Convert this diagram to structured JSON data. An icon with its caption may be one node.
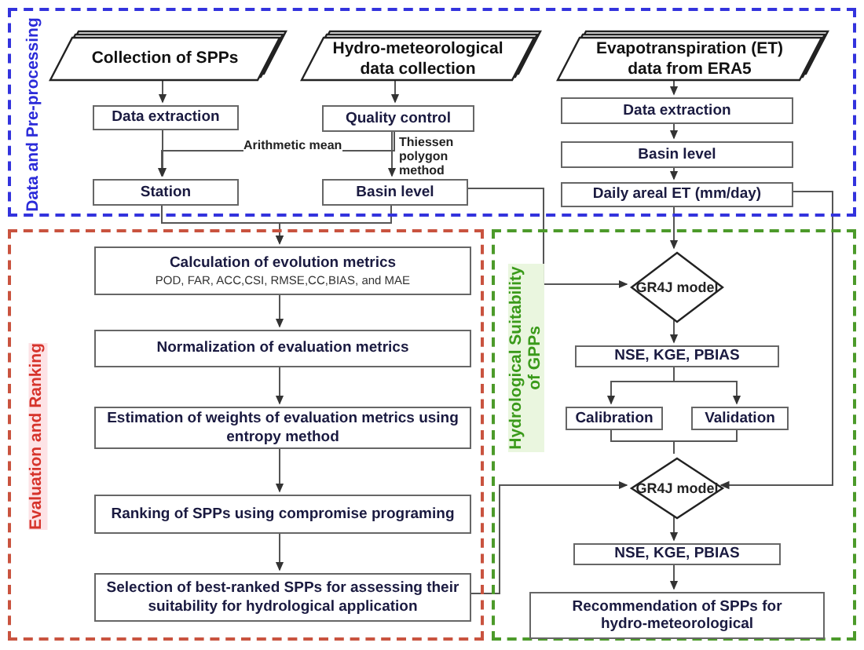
{
  "diagram": {
    "nodes": [
      {
        "text": [
          "Data and Pre-processing"
        ]
      },
      {
        "text": [
          "Collection of SPPs"
        ],
        "in": 0
      },
      {
        "text": [
          "Hydro-meteorological data collection"
        ],
        "in": 0
      },
      {
        "text": [
          "Evapotranspiration (ET) data from ERA5"
        ],
        "in": 0
      },
      {
        "text": [
          "Data extraction"
        ],
        "in": 0
      },
      {
        "text": [
          "Quality control"
        ],
        "in": 0
      },
      {
        "text": [
          "Data extraction"
        ],
        "in": 0
      },
      {
        "text": [
          "Basin level"
        ],
        "in": 0
      },
      {
        "text": [
          "Station"
        ],
        "in": 0
      },
      {
        "text": [
          "Basin level"
        ],
        "in": 0
      },
      {
        "text": [
          "Daily areal ET (mm/day)"
        ],
        "in": 0
      },
      {
        "text": [
          "Evaluation and Ranking"
        ]
      },
      {
        "text": [
          "Calculation of evolution metrics",
          "POD, FAR, ACC,CSI, RMSE,CC,BIAS, and MAE"
        ],
        "in": 11
      },
      {
        "text": [
          "Normalization of evaluation metrics"
        ],
        "in": 11
      },
      {
        "text": [
          "Estimation of weights of evaluation metrics using entropy method"
        ],
        "in": 11
      },
      {
        "text": [
          "Ranking of SPPs using compromise programing"
        ],
        "in": 11
      },
      {
        "text": [
          "Selection of best-ranked SPPs for assessing their suitability for hydrological application"
        ],
        "in": 11
      },
      {
        "text": [
          "Hydrological Suitability of GPPs"
        ]
      },
      {
        "text": [
          "GR4J model"
        ],
        "in": 17
      },
      {
        "text": [
          "NSE, KGE, PBIAS"
        ],
        "in": 17
      },
      {
        "text": [
          "Calibration"
        ],
        "in": 17
      },
      {
        "text": [
          "Validation"
        ],
        "in": 17
      },
      {
        "text": [
          "GR4J model"
        ],
        "in": 17
      },
      {
        "text": [
          "NSE, KGE, PBIAS"
        ],
        "in": 17
      },
      {
        "text": [
          "Recommendation of SPPs for hydro-meteorological"
        ],
        "in": 17
      }
    ],
    "edges": [
      {
        "from": 1,
        "to": 4,
        "arrow": "to"
      },
      {
        "from": 2,
        "to": 5,
        "arrow": "to"
      },
      {
        "from": 3,
        "to": 6,
        "arrow": "to"
      },
      {
        "from": 6,
        "to": 7,
        "arrow": "to"
      },
      {
        "from": 7,
        "to": 10,
        "arrow": "to"
      },
      {
        "from": 4,
        "to": 8,
        "arrow": "to"
      },
      {
        "from": 5,
        "to": 8,
        "arrow": "to",
        "label": "Arithmetic mean"
      },
      {
        "from": 5,
        "to": 9,
        "arrow": "to",
        "label": "Thiessen polygon method"
      },
      {
        "from": 8,
        "to": 12,
        "arrow": "to"
      },
      {
        "from": 9,
        "to": 12,
        "arrow": "to"
      },
      {
        "from": 12,
        "to": 13,
        "arrow": "to"
      },
      {
        "from": 13,
        "to": 14,
        "arrow": "to"
      },
      {
        "from": 14,
        "to": 15,
        "arrow": "to"
      },
      {
        "from": 15,
        "to": 16,
        "arrow": "to"
      },
      {
        "from": 10,
        "to": 18,
        "arrow": "to"
      },
      {
        "from": 9,
        "to": 18,
        "arrow": "to"
      },
      {
        "from": 18,
        "to": 19,
        "arrow": "to"
      },
      {
        "from": 19,
        "to": 20,
        "arrow": "to"
      },
      {
        "from": 19,
        "to": 21,
        "arrow": "to"
      },
      {
        "from": 20,
        "to": 22,
        "arrow": "none"
      },
      {
        "from": 21,
        "to": 22,
        "arrow": "none"
      },
      {
        "from": 10,
        "to": 22,
        "arrow": "to"
      },
      {
        "from": 16,
        "to": 22,
        "arrow": "to"
      },
      {
        "from": 22,
        "to": 23,
        "arrow": "to"
      },
      {
        "from": 23,
        "to": 24,
        "arrow": "to"
      }
    ]
  }
}
